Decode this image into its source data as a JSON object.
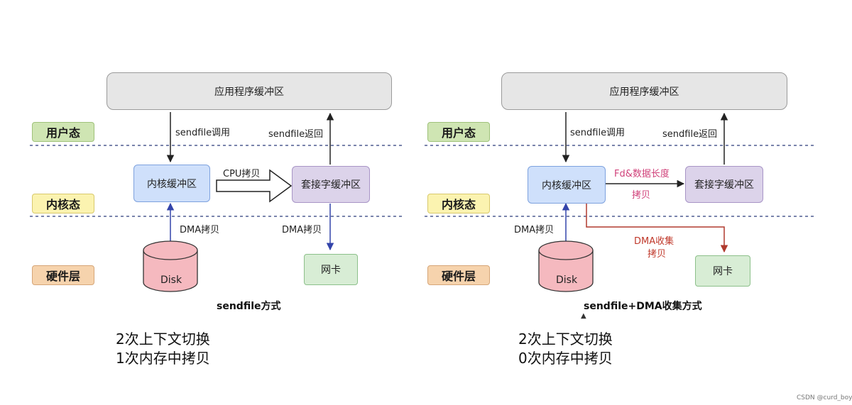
{
  "layers": {
    "user": "用户态",
    "kernel": "内核态",
    "hardware": "硬件层"
  },
  "left": {
    "app_buffer": "应用程序缓冲区",
    "kernel_buffer": "内核缓冲区",
    "socket_buffer": "套接字缓冲区",
    "disk": "Disk",
    "nic": "网卡",
    "call_label": "sendfile调用",
    "return_label": "sendfile返回",
    "cpu_copy_label": "CPU拷贝",
    "dma_copy_in": "DMA拷贝",
    "dma_copy_out": "DMA拷贝",
    "caption": "sendfile方式",
    "summary": [
      "2次上下文切换",
      "1次内存中拷贝"
    ]
  },
  "right": {
    "app_buffer": "应用程序缓冲区",
    "kernel_buffer": "内核缓冲区",
    "socket_buffer": "套接字缓冲区",
    "disk": "Disk",
    "nic": "网卡",
    "call_label": "sendfile调用",
    "return_label": "sendfile返回",
    "fd_copy_label_1": "Fd&数据长度",
    "fd_copy_label_2": "拷贝",
    "dma_copy_in": "DMA拷贝",
    "dma_gather_label_1": "DMA收集",
    "dma_gather_label_2": "拷贝",
    "caption": "sendfile+DMA收集方式",
    "summary": [
      "2次上下文切换",
      "0次内存中拷贝"
    ]
  },
  "watermark": "CSDN @curd_boy",
  "colors": {
    "user_tag": "#cfe5b3",
    "kernel_tag": "#fbf3b0",
    "hardware_tag": "#f6d3ad",
    "kernel_buffer": "#cfe0fb",
    "socket_buffer": "#dcd3ea",
    "app_buffer": "#e6e6e6",
    "nic": "#d8edd5",
    "disk": "#f5b9bf",
    "dma_arrow": "#3344aa",
    "gather_arrow": "#c0392b",
    "fd_label": "#d0417a"
  }
}
